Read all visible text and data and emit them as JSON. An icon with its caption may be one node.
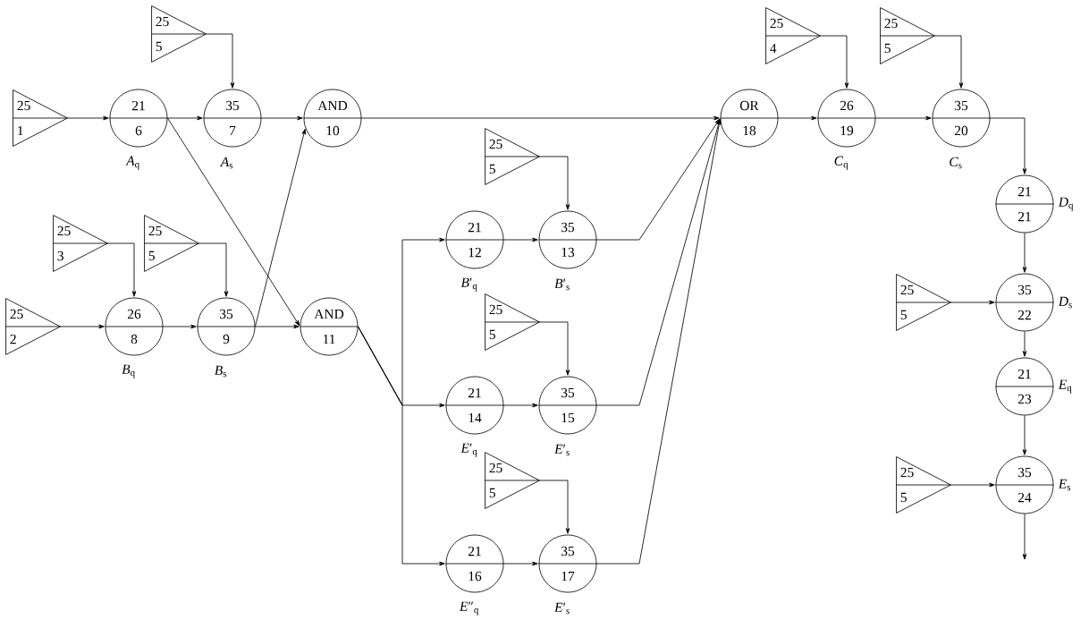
{
  "diagram": {
    "nodes": [
      {
        "text": [
          "25",
          "1"
        ]
      },
      {
        "text": [
          "25",
          "5"
        ]
      },
      {
        "text": [
          "21",
          "6"
        ],
        "beside": [
          "*A*$_{q}$"
        ]
      },
      {
        "text": [
          "35",
          "7"
        ],
        "beside": [
          "*A*$_{s}$"
        ]
      },
      {
        "text": [
          "AND",
          "10"
        ]
      },
      {
        "text": [
          "25",
          "3"
        ]
      },
      {
        "text": [
          "25",
          "5"
        ]
      },
      {
        "text": [
          "25",
          "2"
        ]
      },
      {
        "text": [
          "26",
          "8"
        ],
        "beside": [
          "*B*$_{q}$"
        ]
      },
      {
        "text": [
          "35",
          "9"
        ],
        "beside": [
          "*B*$_{s}$"
        ]
      },
      {
        "text": [
          "AND",
          "11"
        ]
      },
      {
        "text": [
          "25",
          "5"
        ]
      },
      {
        "text": [
          "21",
          "12"
        ],
        "beside": [
          "*B*′$_{q}$"
        ]
      },
      {
        "text": [
          "35",
          "13"
        ],
        "beside": [
          "*B*′$_{s}$"
        ]
      },
      {
        "text": [
          "25",
          "5"
        ]
      },
      {
        "text": [
          "21",
          "14"
        ],
        "beside": [
          "*E*′$_{q}$"
        ]
      },
      {
        "text": [
          "35",
          "15"
        ],
        "beside": [
          "*E*′$_{s}$"
        ]
      },
      {
        "text": [
          "25",
          "5"
        ]
      },
      {
        "text": [
          "21",
          "16"
        ],
        "beside": [
          "*E*″$_{q}$"
        ]
      },
      {
        "text": [
          "35",
          "17"
        ],
        "beside": [
          "*E*′$_{s}$"
        ]
      },
      {
        "text": [
          "OR",
          "18"
        ]
      },
      {
        "text": [
          "25",
          "4"
        ]
      },
      {
        "text": [
          "26",
          "19"
        ],
        "beside": [
          "*C*$_{q}$"
        ]
      },
      {
        "text": [
          "25",
          "5"
        ]
      },
      {
        "text": [
          "35",
          "20"
        ],
        "beside": [
          "*C*$_{s}$"
        ]
      },
      {
        "text": [
          "21",
          "21"
        ],
        "beside": [
          "*D*$_{q}$"
        ]
      },
      {
        "text": [
          "25",
          "5"
        ]
      },
      {
        "text": [
          "35",
          "22"
        ],
        "beside": [
          "*D*$_{s}$"
        ]
      },
      {
        "text": [
          "21",
          "23"
        ],
        "beside": [
          "*E*$_{q}$"
        ]
      },
      {
        "text": [
          "25",
          "5"
        ]
      },
      {
        "text": [
          "35",
          "24"
        ],
        "beside": [
          "*E*$_{s}$"
        ]
      }
    ],
    "edges": [
      {
        "from": 0,
        "to": 2,
        "arrow": "to"
      },
      {
        "from": 1,
        "to": 3,
        "arrow": "to"
      },
      {
        "from": 2,
        "to": 3,
        "arrow": "to"
      },
      {
        "from": 3,
        "to": 4,
        "arrow": "to"
      },
      {
        "from": 2,
        "to": 10,
        "arrow": "to"
      },
      {
        "from": 5,
        "to": 8,
        "arrow": "to"
      },
      {
        "from": 6,
        "to": 9,
        "arrow": "to"
      },
      {
        "from": 7,
        "to": 8,
        "arrow": "to"
      },
      {
        "from": 8,
        "to": 9,
        "arrow": "to"
      },
      {
        "from": 9,
        "to": 10,
        "arrow": "to"
      },
      {
        "from": 9,
        "to": 4,
        "arrow": "to"
      },
      {
        "from": 4,
        "to": 20,
        "arrow": "to"
      },
      {
        "from": 10,
        "to": 12,
        "arrow": "to"
      },
      {
        "from": 10,
        "to": 15,
        "arrow": "to"
      },
      {
        "from": 10,
        "to": 18,
        "arrow": "to"
      },
      {
        "from": 11,
        "to": 13,
        "arrow": "to"
      },
      {
        "from": 12,
        "to": 13,
        "arrow": "to"
      },
      {
        "from": 14,
        "to": 16,
        "arrow": "to"
      },
      {
        "from": 15,
        "to": 16,
        "arrow": "to"
      },
      {
        "from": 17,
        "to": 19,
        "arrow": "to"
      },
      {
        "from": 18,
        "to": 19,
        "arrow": "to"
      },
      {
        "from": 13,
        "to": 20,
        "arrow": "to"
      },
      {
        "from": 16,
        "to": 20,
        "arrow": "to"
      },
      {
        "from": 19,
        "to": 20,
        "arrow": "to"
      },
      {
        "from": 20,
        "to": 22,
        "arrow": "to"
      },
      {
        "from": 21,
        "to": 22,
        "arrow": "to"
      },
      {
        "from": 22,
        "to": 24,
        "arrow": "to"
      },
      {
        "from": 23,
        "to": 24,
        "arrow": "to"
      },
      {
        "from": 24,
        "to": 25,
        "arrow": "to"
      },
      {
        "from": 25,
        "to": 27,
        "arrow": "to"
      },
      {
        "from": 26,
        "to": 27,
        "arrow": "to"
      },
      {
        "from": 27,
        "to": 28,
        "arrow": "to"
      },
      {
        "from": 28,
        "to": 30,
        "arrow": "to"
      },
      {
        "from": 29,
        "to": 30,
        "arrow": "to"
      },
      {
        "from": 30,
        "to": null,
        "arrow": "to"
      }
    ]
  }
}
